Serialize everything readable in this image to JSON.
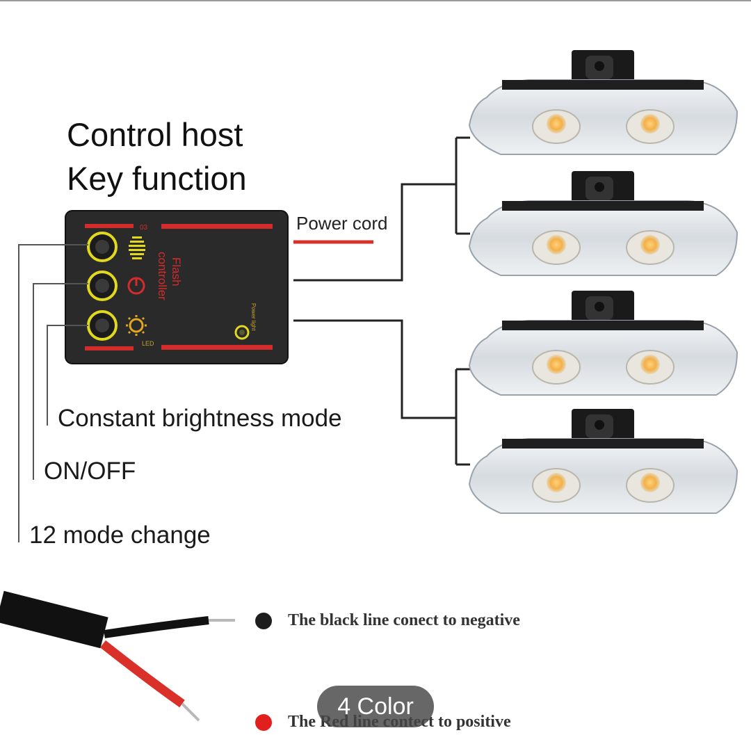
{
  "title": {
    "line1": "Control host",
    "line2": "Key function"
  },
  "controller": {
    "side_text_line1": "Flash",
    "side_text_line2": "controller",
    "corner_code": "03",
    "power_light_label": "Power light",
    "led_label": "LED"
  },
  "labels": {
    "power_cord": "Power cord",
    "constant_brightness": "Constant brightness mode",
    "on_off": "ON/OFF",
    "mode_change": "12 mode change"
  },
  "legend": {
    "black_line": "The black line conect to negative",
    "red_line": "The Red line contect to positive"
  },
  "badge": {
    "text": "4 Color"
  },
  "lights": {
    "count": 4,
    "led_color": "#f2b04a"
  },
  "colors": {
    "button_ring": "#e2d81e",
    "red_accent": "#d42b2b",
    "controller_body": "#2a2a2a",
    "wire_red": "#d9302a",
    "wire_black": "#111111"
  }
}
